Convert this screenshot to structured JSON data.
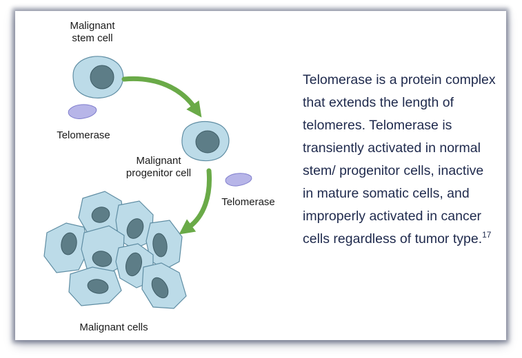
{
  "labels": {
    "stem_cell": "Malignant\nstem cell",
    "telomerase_1": "Telomerase",
    "progenitor_cell": "Malignant\nprogenitor cell",
    "telomerase_2": "Telomerase",
    "malignant_cells": "Malignant cells"
  },
  "description": {
    "text": "Telomerase is a protein complex that extends the length of telomeres. Telomerase is transiently activated in normal stem/ progenitor cells, inactive in mature somatic cells, and improperly activated in cancer cells regardless of tumor type.",
    "citation": "17"
  },
  "colors": {
    "cell_fill": "#bcdbe8",
    "cell_stroke": "#5f8da3",
    "nucleus": "#5d7d87",
    "telomerase": "#b7b5e8",
    "arrow": "#6aaa48",
    "text_dark": "#1f2a4d"
  }
}
